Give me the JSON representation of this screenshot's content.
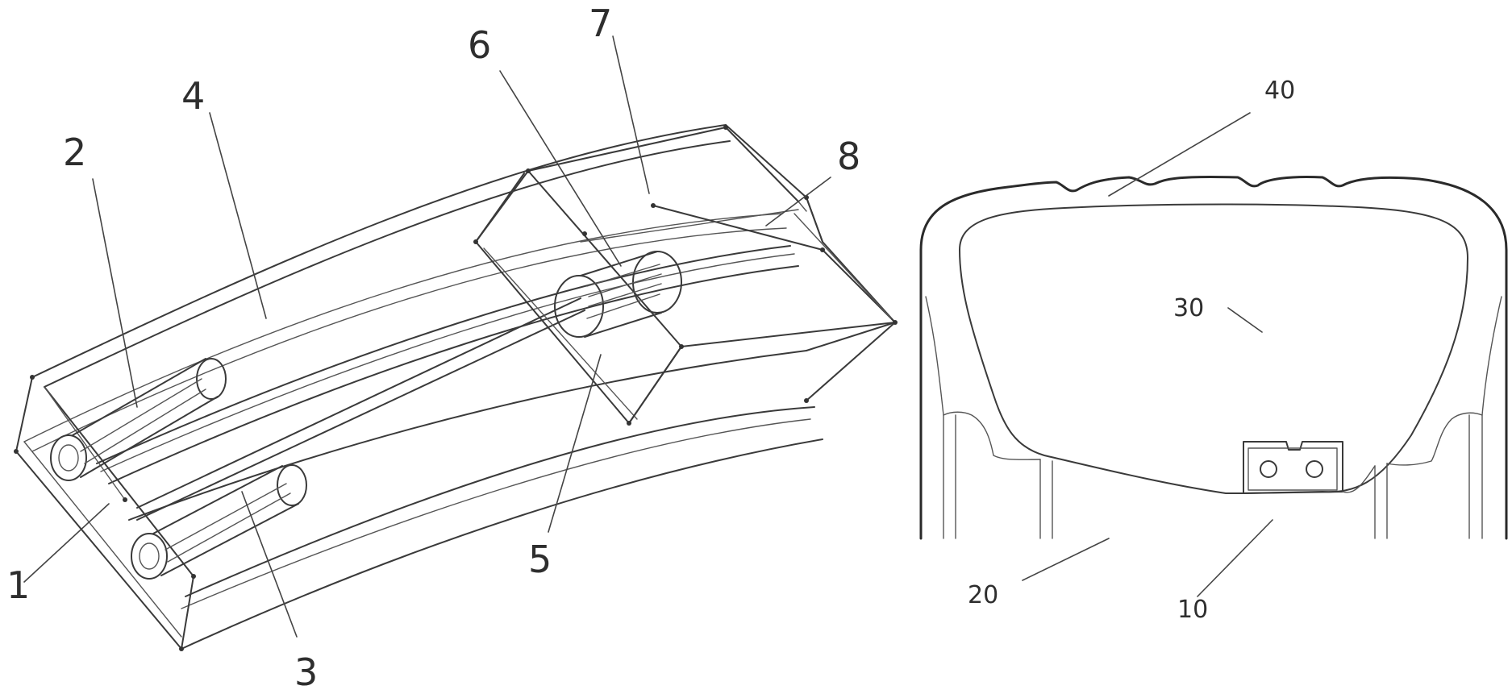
{
  "figure_left": {
    "labels": {
      "l1": "1",
      "l2": "2",
      "l3": "3",
      "l4": "4",
      "l5": "5",
      "l6": "6",
      "l7": "7",
      "l8": "8"
    }
  },
  "figure_right": {
    "labels": {
      "l10": "10",
      "l20": "20",
      "l30": "30",
      "l40": "40"
    }
  },
  "colors": {
    "line": "#3a3a3a",
    "background": "#ffffff"
  }
}
